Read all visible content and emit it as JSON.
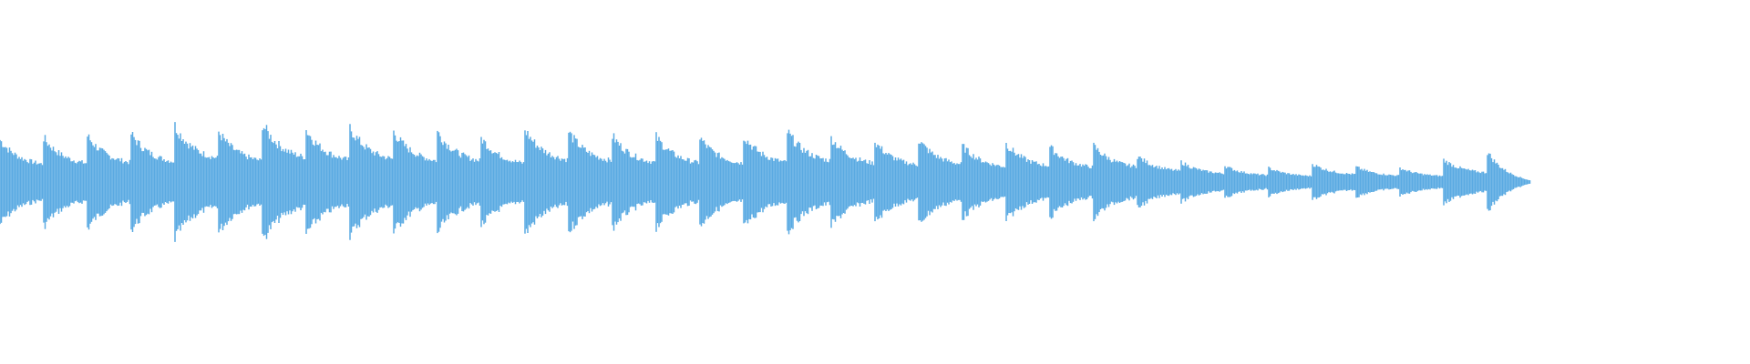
{
  "waveform": {
    "color": "#5aaae2",
    "background": "#ffffff",
    "duration_fraction": 0.875,
    "envelope": [
      0.42,
      0.44,
      0.46,
      0.48,
      0.56,
      0.5,
      0.58,
      0.52,
      0.54,
      0.5,
      0.5,
      0.44,
      0.52,
      0.5,
      0.46,
      0.45,
      0.44,
      0.46,
      0.5,
      0.44,
      0.4,
      0.42,
      0.36,
      0.38,
      0.35,
      0.36,
      0.26,
      0.2,
      0.16,
      0.14,
      0.18,
      0.15,
      0.14,
      0.22,
      0.3
    ]
  }
}
